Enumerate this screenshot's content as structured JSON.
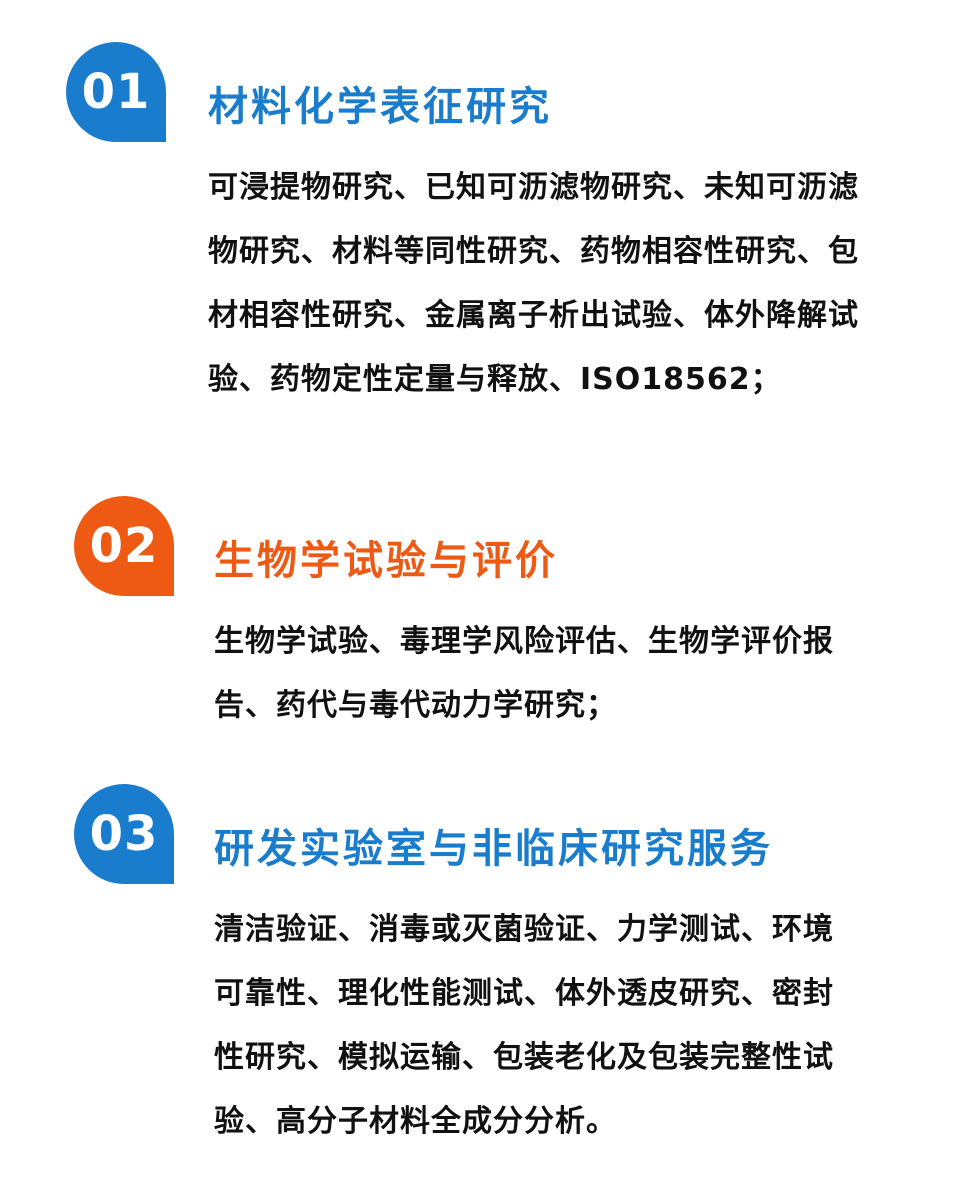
{
  "colors": {
    "blue": "#1a7ccc",
    "orange": "#ee5a14",
    "text": "#111111"
  },
  "sections": [
    {
      "number": "01",
      "title": "材料化学表征研究",
      "body": "可浸提物研究、已知可沥滤物研究、未知可沥滤物研究、材料等同性研究、药物相容性研究、包材相容性研究、金属离子析出试验、体外降解试验、药物定性定量与释放、ISO18562；",
      "color": "blue"
    },
    {
      "number": "02",
      "title": "生物学试验与评价",
      "body": "生物学试验、毒理学风险评估、生物学评价报告、药代与毒代动力学研究；",
      "color": "orange"
    },
    {
      "number": "03",
      "title": "研发实验室与非临床研究服务",
      "body": "清洁验证、消毒或灭菌验证、力学测试、环境可靠性、理化性能测试、体外透皮研究、密封性研究、模拟运输、包装老化及包装完整性试验、高分子材料全成分分析。",
      "color": "blue"
    }
  ]
}
